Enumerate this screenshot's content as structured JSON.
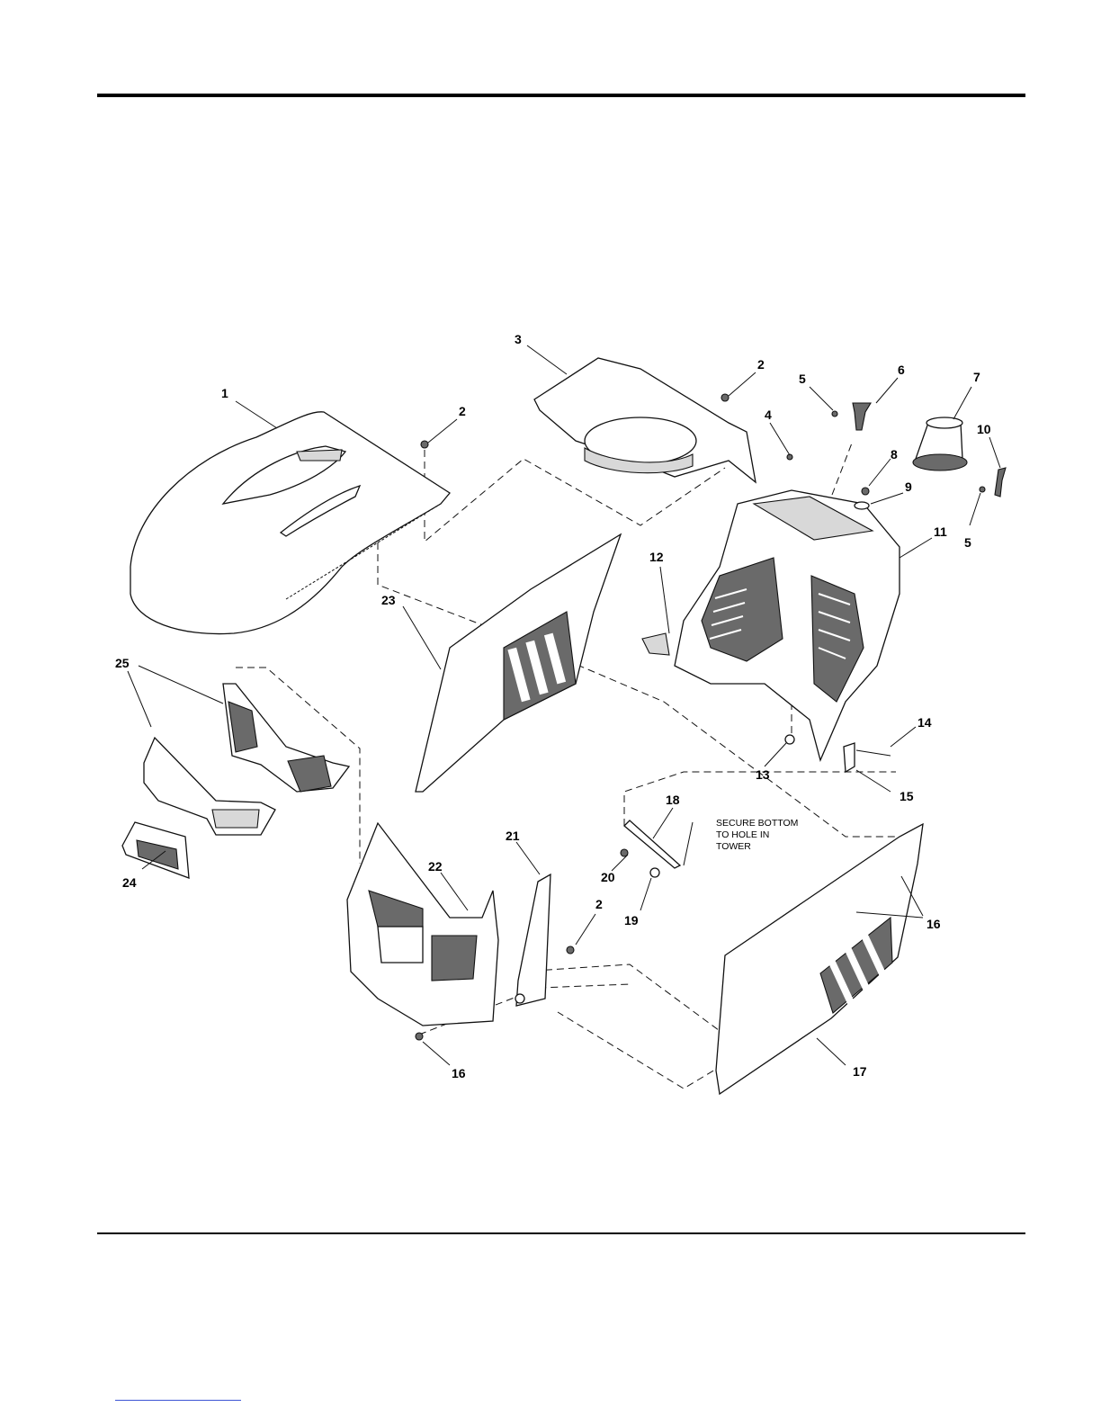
{
  "callouts": [
    "1",
    "2",
    "3",
    "2",
    "4",
    "5",
    "6",
    "7",
    "8",
    "9",
    "10",
    "5",
    "11",
    "12",
    "23",
    "25",
    "14",
    "13",
    "15",
    "18",
    "21",
    "22",
    "20",
    "19",
    "2",
    "16",
    "24",
    "16",
    "17"
  ],
  "note": [
    "SECURE BOTTOM",
    "TO HOLE IN",
    "TOWER"
  ]
}
